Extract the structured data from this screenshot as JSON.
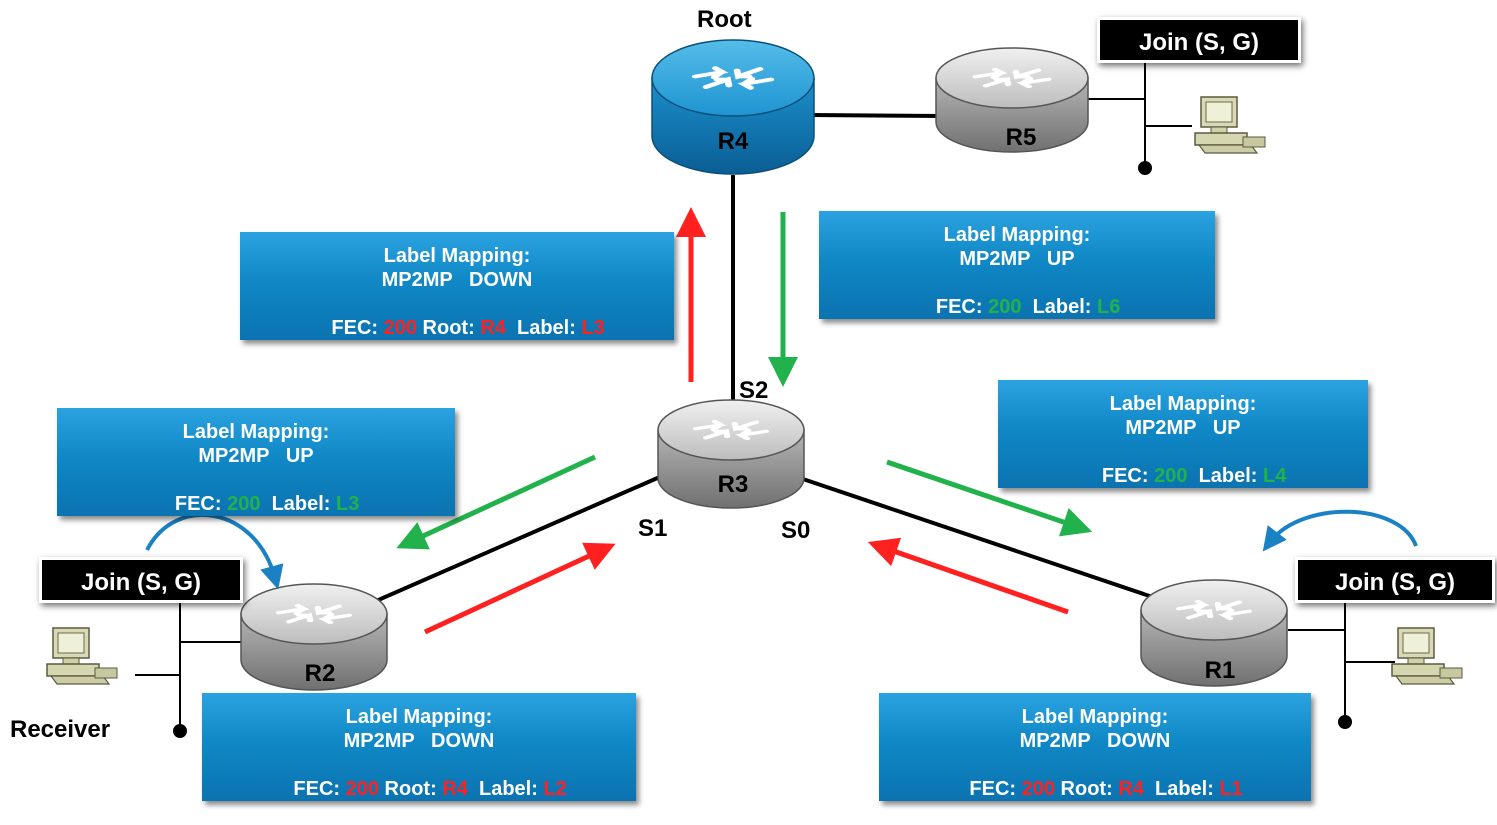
{
  "labels": {
    "root": "Root",
    "receiver": "Receiver",
    "s0": "S0",
    "s1": "S1",
    "s2": "S2"
  },
  "routers": {
    "r1": "R1",
    "r2": "R2",
    "r3": "R3",
    "r4": "R4",
    "r5": "R5"
  },
  "join_boxes": {
    "top_right": "Join (S, G)",
    "left": "Join (S, G)",
    "right": "Join (S, G)"
  },
  "messages": {
    "r3_to_r4_down": {
      "title": "Label Mapping:",
      "type": "MP2MP   DOWN",
      "fec_key": "FEC: ",
      "fec_val": "200",
      "root_key": " Root: ",
      "root_val": "R4",
      "label_key": "  Label: ",
      "label_val": "L3"
    },
    "r4_to_r3_up": {
      "title": "Label Mapping:",
      "type": "MP2MP   UP",
      "fec_key": "FEC: ",
      "fec_val": "200",
      "label_key": "  Label: ",
      "label_val": "L6"
    },
    "r3_to_r2_up": {
      "title": "Label Mapping:",
      "type": "MP2MP   UP",
      "fec_key": "FEC: ",
      "fec_val": "200",
      "label_key": "  Label: ",
      "label_val": "L3"
    },
    "r3_to_r1_up": {
      "title": "Label Mapping:",
      "type": "MP2MP   UP",
      "fec_key": "FEC: ",
      "fec_val": "200",
      "label_key": "  Label: ",
      "label_val": "L4"
    },
    "r2_to_r3_down": {
      "title": "Label Mapping:",
      "type": "MP2MP   DOWN",
      "fec_key": "FEC: ",
      "fec_val": "200",
      "root_key": " Root: ",
      "root_val": "R4",
      "label_key": "  Label: ",
      "label_val": "L2"
    },
    "r1_to_r3_down": {
      "title": "Label Mapping:",
      "type": "MP2MP   DOWN",
      "fec_key": "FEC: ",
      "fec_val": "200",
      "root_key": " Root: ",
      "root_val": "R4",
      "label_key": "  Label: ",
      "label_val": "L1"
    }
  },
  "colors": {
    "down_arrow": "#ff2020",
    "up_arrow": "#22b24c",
    "curve_arrow": "#1a82c4",
    "box_blue": "#1088c6",
    "root_router": "#1a8fd0",
    "router_gray": "#9a9a9a"
  }
}
